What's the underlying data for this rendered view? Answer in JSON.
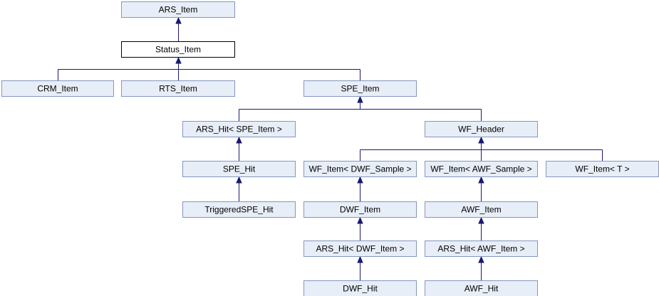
{
  "diagram": {
    "nodes": [
      {
        "id": "ars_item",
        "label": "ARS_Item",
        "current": false
      },
      {
        "id": "status_item",
        "label": "Status_Item",
        "current": true
      },
      {
        "id": "crm_item",
        "label": "CRM_Item",
        "current": false
      },
      {
        "id": "rts_item",
        "label": "RTS_Item",
        "current": false
      },
      {
        "id": "spe_item",
        "label": "SPE_Item",
        "current": false
      },
      {
        "id": "ars_hit_spe",
        "label": "ARS_Hit< SPE_Item >",
        "current": false
      },
      {
        "id": "wf_header",
        "label": "WF_Header",
        "current": false
      },
      {
        "id": "spe_hit",
        "label": "SPE_Hit",
        "current": false
      },
      {
        "id": "wf_item_dwf",
        "label": "WF_Item< DWF_Sample >",
        "current": false
      },
      {
        "id": "wf_item_awf",
        "label": "WF_Item< AWF_Sample >",
        "current": false
      },
      {
        "id": "wf_item_t",
        "label": "WF_Item< T >",
        "current": false
      },
      {
        "id": "triggered_spe_hit",
        "label": "TriggeredSPE_Hit",
        "current": false
      },
      {
        "id": "dwf_item",
        "label": "DWF_Item",
        "current": false
      },
      {
        "id": "awf_item",
        "label": "AWF_Item",
        "current": false
      },
      {
        "id": "ars_hit_dwf",
        "label": "ARS_Hit< DWF_Item >",
        "current": false
      },
      {
        "id": "ars_hit_awf",
        "label": "ARS_Hit< AWF_Item >",
        "current": false
      },
      {
        "id": "dwf_hit",
        "label": "DWF_Hit",
        "current": false
      },
      {
        "id": "awf_hit",
        "label": "AWF_Hit",
        "current": false
      }
    ],
    "edges": [
      {
        "from": "status_item",
        "to": "ars_item"
      },
      {
        "from": "crm_item",
        "to": "status_item"
      },
      {
        "from": "rts_item",
        "to": "status_item"
      },
      {
        "from": "spe_item",
        "to": "status_item"
      },
      {
        "from": "ars_hit_spe",
        "to": "spe_item"
      },
      {
        "from": "wf_header",
        "to": "spe_item"
      },
      {
        "from": "spe_hit",
        "to": "ars_hit_spe"
      },
      {
        "from": "triggered_spe_hit",
        "to": "spe_hit"
      },
      {
        "from": "wf_item_dwf",
        "to": "wf_header"
      },
      {
        "from": "wf_item_awf",
        "to": "wf_header"
      },
      {
        "from": "wf_item_t",
        "to": "wf_header"
      },
      {
        "from": "dwf_item",
        "to": "wf_item_dwf"
      },
      {
        "from": "awf_item",
        "to": "wf_item_awf"
      },
      {
        "from": "ars_hit_dwf",
        "to": "dwf_item"
      },
      {
        "from": "ars_hit_awf",
        "to": "awf_item"
      },
      {
        "from": "dwf_hit",
        "to": "ars_hit_dwf"
      },
      {
        "from": "awf_hit",
        "to": "ars_hit_awf"
      }
    ]
  }
}
